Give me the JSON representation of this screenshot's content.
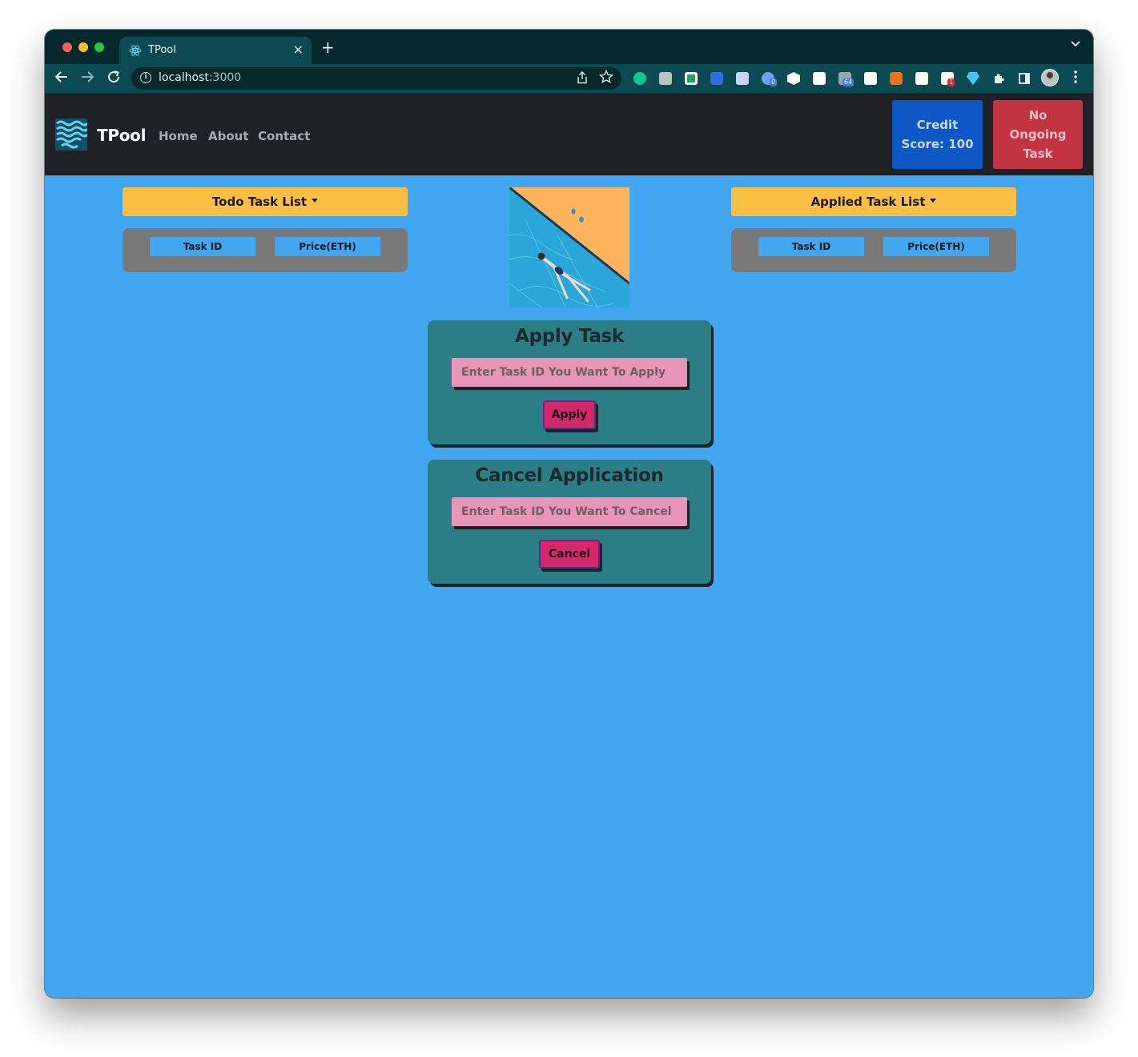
{
  "browser": {
    "tab_title": "TPool",
    "tab_close": "×",
    "new_tab": "+",
    "url_host": "localhost",
    "url_port": ":3000",
    "extension_badges": {
      "check": "0",
      "ext64": "64",
      "notif": "1"
    },
    "icons": [
      "back-arrow-icon",
      "forward-arrow-icon",
      "reload-icon",
      "site-info-icon",
      "share-icon",
      "bookmark-star-icon",
      "puzzle-extensions-icon",
      "side-panel-icon",
      "kebab-menu-icon"
    ]
  },
  "navbar": {
    "brand": "TPool",
    "links": [
      "Home",
      "About",
      "Contact"
    ],
    "credit_line1": "Credit",
    "credit_line2": "Score: 100",
    "ongoing_line1": "No",
    "ongoing_line2": "Ongoing",
    "ongoing_line3": "Task"
  },
  "todo": {
    "dropdown_label": "Todo Task List",
    "columns": [
      "Task ID",
      "Price(ETH)"
    ]
  },
  "applied": {
    "dropdown_label": "Applied Task List",
    "columns": [
      "Task ID",
      "Price(ETH)"
    ]
  },
  "apply_form": {
    "title": "Apply Task",
    "placeholder": "Enter Task ID You Want To Apply",
    "button": "Apply"
  },
  "cancel_form": {
    "title": "Cancel Application",
    "placeholder": "Enter Task ID You Want To Cancel",
    "button": "Cancel"
  },
  "colors": {
    "page_bg": "#42a7f0",
    "navbar_bg": "#1f2124",
    "dropdown_bg": "#fbbf45",
    "card_bg": "#2b7e86",
    "input_bg": "#e796b9",
    "button_bg": "#d4286c",
    "credit_bg": "#0d58c4",
    "ongoing_bg": "#c13440"
  }
}
